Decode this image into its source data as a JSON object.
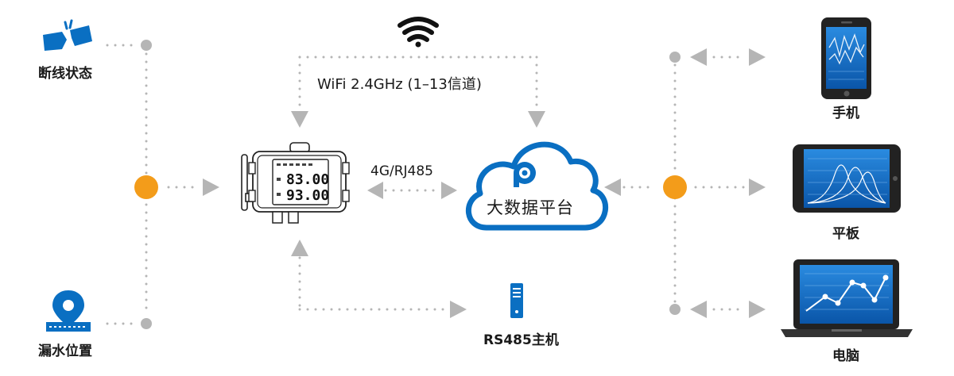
{
  "left_nodes": [
    {
      "label": "断线状态",
      "icon": "broken-cable-icon"
    },
    {
      "label": "漏水位置",
      "icon": "water-leak-location-icon"
    }
  ],
  "device": {
    "icon": "sensor-device-icon",
    "readings": [
      "83.00",
      "93.00"
    ]
  },
  "connections": {
    "wifi": "WiFi 2.4GHz (1–13信道)",
    "cellular": "4G/RJ485"
  },
  "cloud": {
    "label": "大数据平台",
    "icon": "platform-logo-icon"
  },
  "server": {
    "label": "RS485主机",
    "icon": "server-icon"
  },
  "right_nodes": [
    {
      "label": "手机",
      "icon": "phone-icon"
    },
    {
      "label": "平板",
      "icon": "tablet-icon"
    },
    {
      "label": "电脑",
      "icon": "laptop-icon"
    }
  ],
  "colors": {
    "accent_blue": "#0a6fc2",
    "node_orange": "#f39c1a",
    "connector_gray": "#b5b5b5"
  }
}
